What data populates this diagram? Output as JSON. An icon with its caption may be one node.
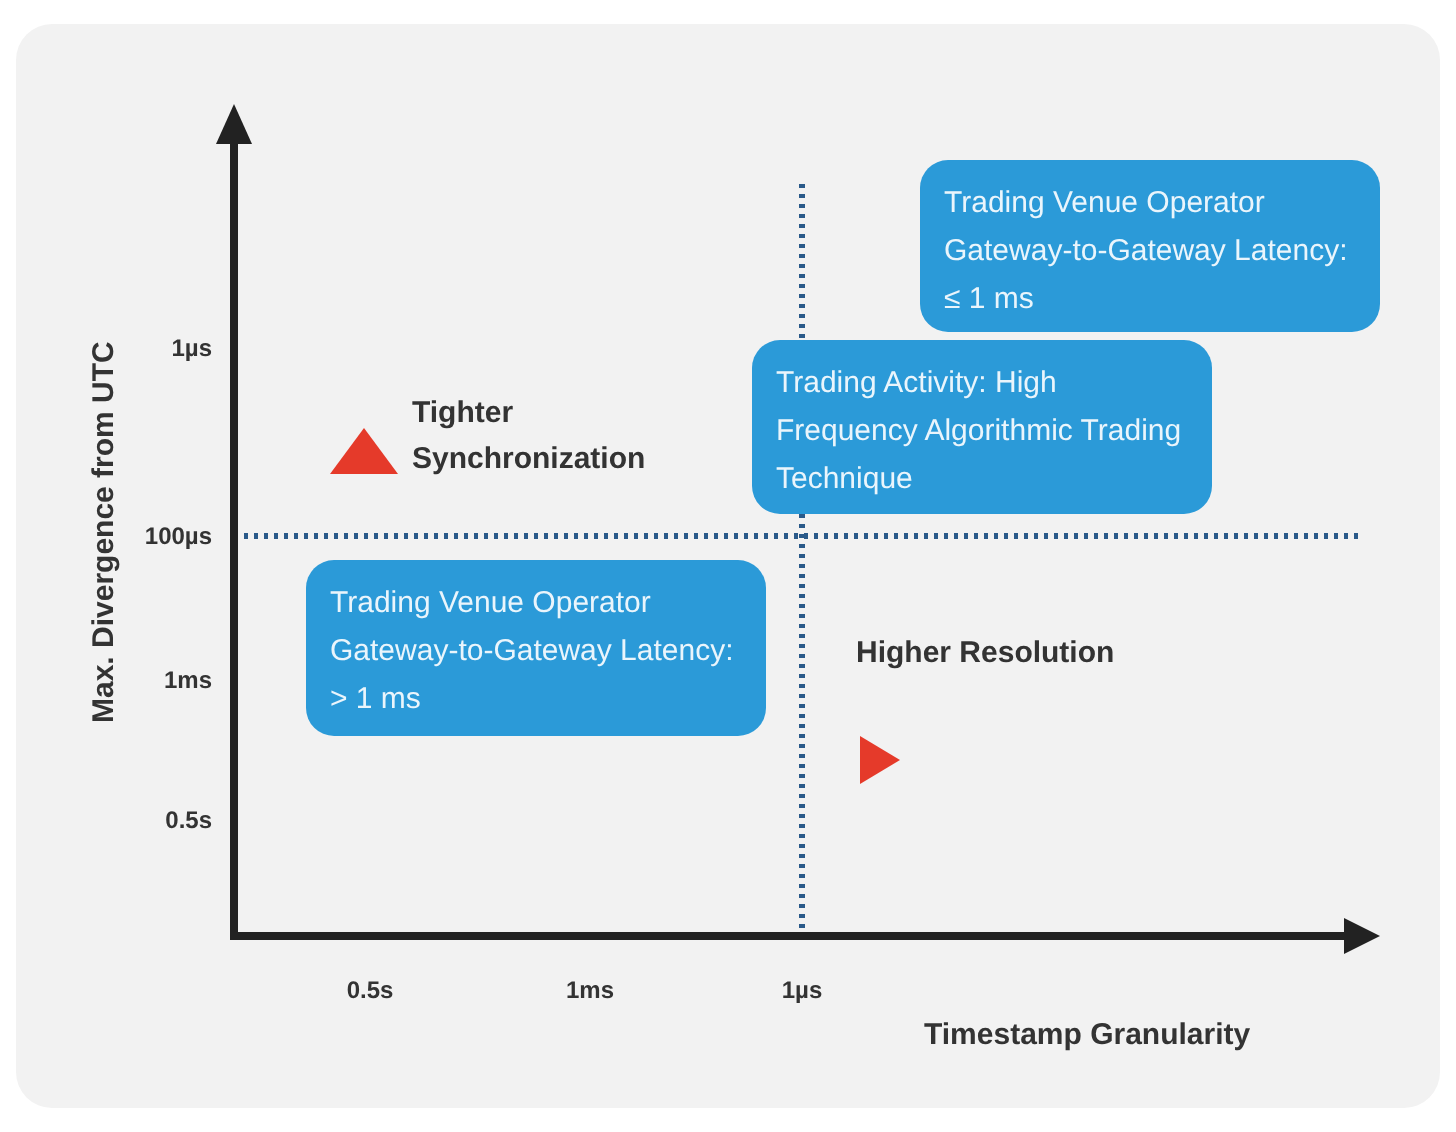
{
  "diagram": {
    "nodes": [
      {
        "text": [
          "Trading Venue Operator Gateway-to-Gateway Latency: ≤ 1 ms"
        ]
      },
      {
        "text": [
          "Trading Activity: High Frequency Algorithmic Trading Technique"
        ]
      },
      {
        "text": [
          "Trading Venue Operator Gateway-to-Gateway Latency: > 1 ms"
        ]
      }
    ],
    "labels": [
      "Max. Divergence from UTC",
      "1µs",
      "Tighter Synchronization",
      "100µs",
      "1ms",
      "Higher Resolution",
      "0.5s",
      "0.5s",
      "1ms",
      "1µs",
      "Timestamp Granularity"
    ]
  }
}
